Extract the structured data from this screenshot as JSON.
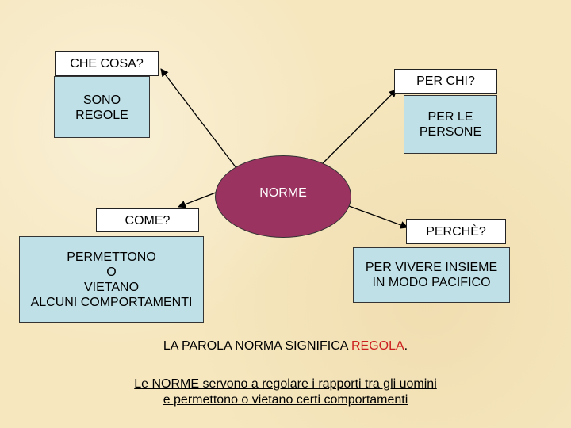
{
  "nodes": {
    "center": "NORME",
    "what_question": "CHE COSA?",
    "what_answer": [
      "SONO",
      "REGOLE"
    ],
    "who_question": "PER CHI?",
    "who_answer": [
      "PER LE",
      "PERSONE"
    ],
    "how_question": "COME?",
    "how_answer": [
      "PERMETTONO",
      "O",
      "VIETANO",
      "ALCUNI COMPORTAMENTI"
    ],
    "why_question": "PERCHÈ?",
    "why_answer": [
      "PER VIVERE INSIEME",
      "IN MODO PACIFICO"
    ]
  },
  "statement": {
    "prefix": "LA PAROLA NORMA SIGNIFICA ",
    "highlight": "REGOLA",
    "suffix": ".",
    "highlight_color": "#cc1f1f"
  },
  "footnote": [
    "Le NORME servono a regolare i rapporti tra gli uomini",
    "e permettono o vietano certi comportamenti"
  ],
  "colors": {
    "center_fill": "#9b3361",
    "answer_fill": "#bfe0e6",
    "background": "#f6e7bf"
  }
}
